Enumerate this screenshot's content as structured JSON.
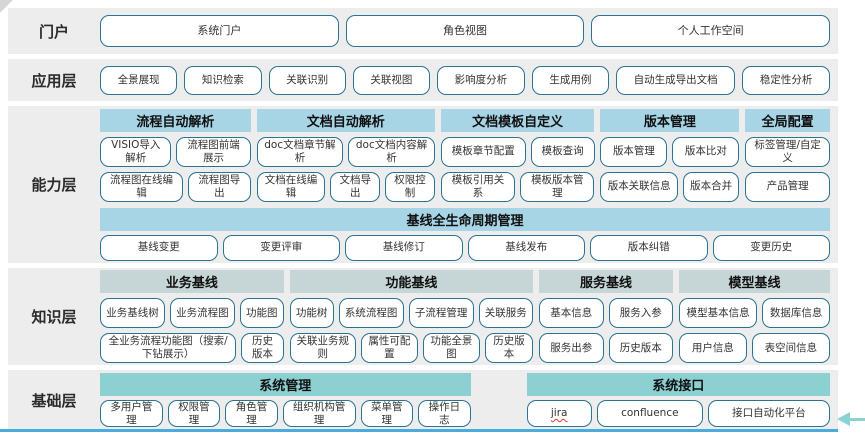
{
  "colors": {
    "band_background": "#ededed",
    "header_blue": "#a7d5e6",
    "header_sage": "#c6d6d6",
    "header_teal": "#8dd0d2",
    "button_border": "#2a7391",
    "bottom_line": "#4aabdd",
    "arrow_teal": "#8ad2d4",
    "misspell_underline": "#e0392f"
  },
  "portal": {
    "label": "门户",
    "buttons": [
      "系统门户",
      "角色视图",
      "个人工作空间"
    ]
  },
  "application": {
    "label": "应用层",
    "buttons": [
      "全景展现",
      "知识检索",
      "关联识别",
      "关联视图",
      "影响度分析",
      "生成用例",
      "自动生成导出文档",
      "稳定性分析"
    ]
  },
  "capability": {
    "label": "能力层",
    "groups": [
      {
        "title": "流程自动解析",
        "rows": [
          [
            "VISIO导入解析",
            "流程图前端展示"
          ],
          [
            "流程图在线编辑",
            "流程图导出"
          ]
        ]
      },
      {
        "title": "文档自动解析",
        "rows": [
          [
            "doc文档章节解析",
            "doc文档内容解析"
          ],
          [
            "文档在线编辑",
            "文档导出",
            "权限控制"
          ]
        ]
      },
      {
        "title": "文档模板自定义",
        "rows": [
          [
            "模板章节配置",
            "模板查询"
          ],
          [
            "模板引用关系",
            "模板版本管理"
          ]
        ]
      },
      {
        "title": "版本管理",
        "rows": [
          [
            "版本管理",
            "版本比对"
          ],
          [
            "版本关联信息",
            "版本合并"
          ]
        ]
      },
      {
        "title": "全局配置",
        "rows": [
          [
            "标签管理/自定义"
          ],
          [
            "产品管理"
          ]
        ]
      }
    ],
    "baseline": {
      "title": "基线全生命周期管理",
      "buttons": [
        "基线变更",
        "变更评审",
        "基线修订",
        "基线发布",
        "版本纠错",
        "变更历史"
      ]
    }
  },
  "knowledge": {
    "label": "知识层",
    "groups": [
      {
        "title": "业务基线",
        "rows": [
          [
            "业务基线树",
            "业务流程图",
            "功能图"
          ],
          [
            "全业务流程功能图（搜索/下钻展示）",
            "历史版本"
          ]
        ]
      },
      {
        "title": "功能基线",
        "rows": [
          [
            "功能树",
            "系统流程图",
            "子流程管理",
            "关联服务"
          ],
          [
            "关联业务规则",
            "属性可配置",
            "功能全景图",
            "历史版本"
          ]
        ]
      },
      {
        "title": "服务基线",
        "rows": [
          [
            "基本信息",
            "服务入参"
          ],
          [
            "服务出参",
            "历史版本"
          ]
        ]
      },
      {
        "title": "模型基线",
        "rows": [
          [
            "模型基本信息",
            "数据库信息"
          ],
          [
            "用户信息",
            "表空间信息"
          ]
        ]
      }
    ]
  },
  "foundation": {
    "label": "基础层",
    "groups": [
      {
        "title": "系统管理",
        "rows": [
          [
            "多用户管理",
            "权限管理",
            "角色管理",
            "组织机构管理",
            "菜单管理",
            "操作日志"
          ]
        ]
      },
      {
        "title": "系统接口",
        "rows": [
          [
            {
              "label": "jira",
              "misspelled": true
            },
            "confluence",
            "接口自动化平台"
          ]
        ]
      }
    ]
  }
}
